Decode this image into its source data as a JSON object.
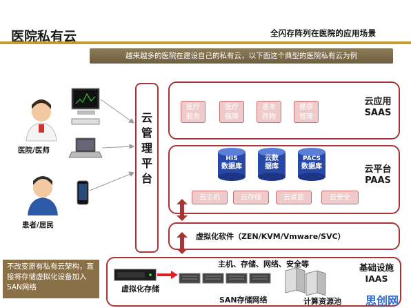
{
  "header": {
    "title": "医院私有云",
    "subtitle": "全闪存阵列在医院的应用场景",
    "banner": "越来越多的医院在建设自己的私有云，以下面这个典型的医院私有云为例"
  },
  "management": {
    "label": "云管理平台"
  },
  "users": {
    "doctor": "医院/医师",
    "patient": "患者/居民"
  },
  "saas": {
    "label_cn": "云应用",
    "label_en": "SAAS",
    "boxes": [
      {
        "line1": "医疗",
        "line2": "服务"
      },
      {
        "line1": "医疗",
        "line2": "保障"
      },
      {
        "line1": "基本",
        "line2": "药物"
      },
      {
        "line1": "健康",
        "line2": "管理"
      }
    ]
  },
  "paas": {
    "label_cn": "云平台",
    "label_en": "PAAS",
    "databases": [
      {
        "top": "HIS",
        "bottom": "数据库"
      },
      {
        "top": "云数",
        "bottom": "据库"
      },
      {
        "top": "PACS",
        "bottom": "数据库"
      }
    ],
    "services": [
      "云主机",
      "云存储",
      "云桌面",
      "云安全"
    ]
  },
  "virtualization": {
    "label": "虚拟化软件（ZEN/KVM/Vmware/SVC）"
  },
  "iaas": {
    "label_cn": "基础设施",
    "label_en": "IAAS",
    "resources": "主机、存储、网络、安全等",
    "storage": "虚拟化存储",
    "san": "SAN存储网络",
    "pool": "计算资源池"
  },
  "note": {
    "text": "不改变原有私有云架构，直接将存储虚拟化设备加入SAN网络"
  },
  "watermark": "思创网",
  "colors": {
    "accent_red": "#a33333",
    "box_pink": "#efcaca",
    "banner_brown": "#7d6c4a",
    "rule_gold": "#c89b2e",
    "db_blue": "#2848a8"
  }
}
